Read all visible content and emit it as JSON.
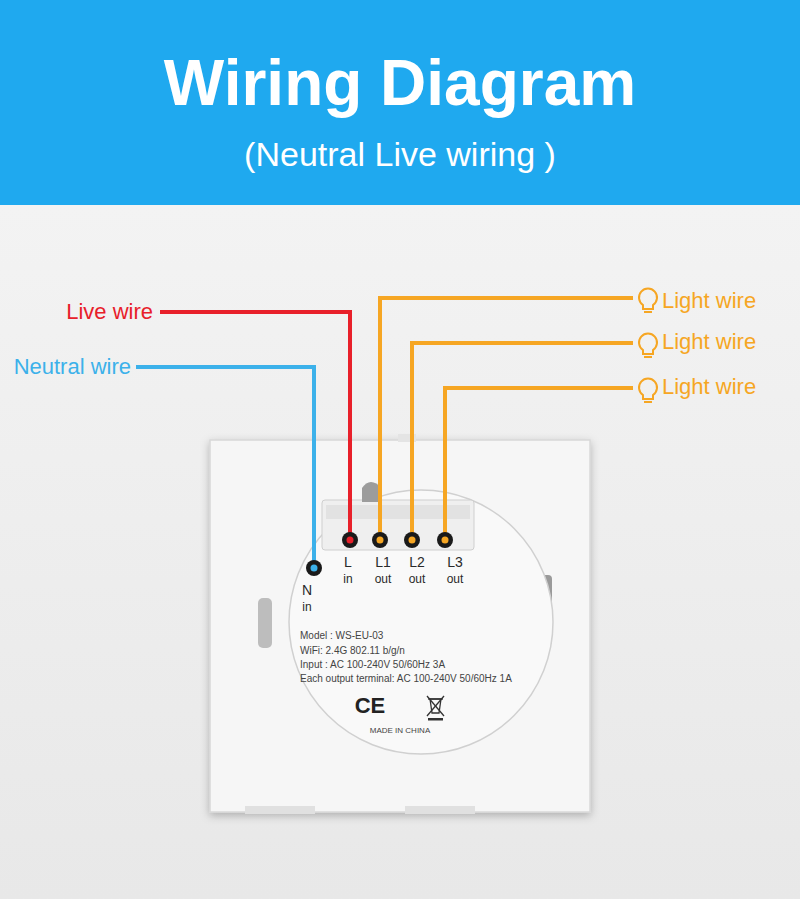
{
  "diagram": {
    "title": "Wiring Diagram",
    "caption": "(Neutral Live wiring )",
    "labels": [
      "Live wire",
      "Neutral wire",
      "Light wire",
      "Light wire",
      "Light wire",
      "L",
      "in",
      "L1",
      "out",
      "L2",
      "out",
      "L3",
      "out",
      "N",
      "in",
      "Model : WS-EU-03",
      "WiFi: 2.4G 802.11 b/g/n",
      "Input : AC 100-240V 50/60Hz 3A",
      "Each output terminal: AC 100-240V 50/60Hz 1A",
      "CE",
      "MADE IN CHINA"
    ]
  }
}
